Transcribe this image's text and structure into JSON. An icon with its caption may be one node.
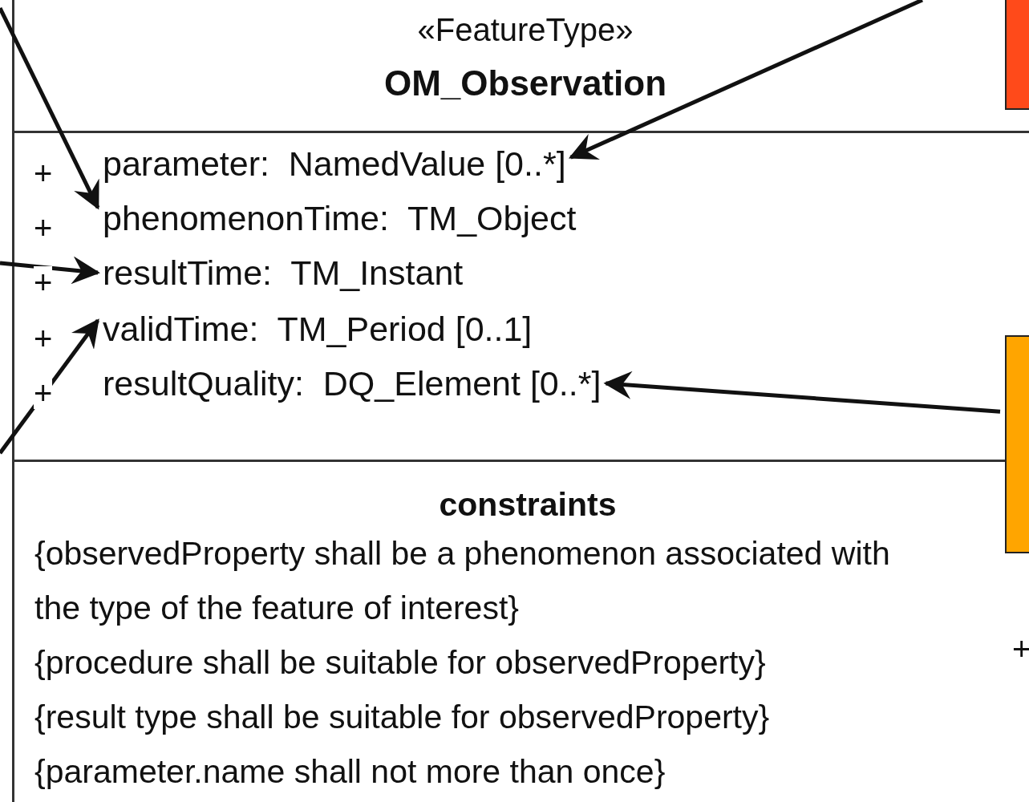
{
  "diagram": {
    "nodes": [
      {
        "text": [
          "«FeatureType»",
          "OM_Observation"
        ]
      },
      {
        "text": [
          "parameter:  NamedValue [0..*]"
        ],
        "in": 0
      },
      {
        "text": [
          "phenomenonTime:  TM_Object"
        ],
        "in": 0
      },
      {
        "text": [
          "resultTime:  TM_Instant"
        ],
        "in": 0
      },
      {
        "text": [
          "validTime:  TM_Period [0..1]"
        ],
        "in": 0
      },
      {
        "text": [
          "resultQuality:  DQ_Element [0..*]"
        ],
        "in": 0
      },
      {
        "text": [
          "constraints",
          "{observedProperty shall be a phenomenon associated with the type of the feature of interest}",
          "{procedure shall be suitable for observedProperty}",
          "{result type shall be suitable for observedProperty}",
          "{parameter.name shall not more than once}"
        ],
        "in": 0
      },
      {
        "text": [],
        "shape": "box"
      },
      {
        "text": [],
        "shape": "box"
      }
    ],
    "edges": [
      {
        "from": null,
        "to": 2,
        "arrow": "to"
      },
      {
        "from": null,
        "to": 3,
        "arrow": "to"
      },
      {
        "from": null,
        "to": 4,
        "arrow": "to"
      },
      {
        "from": null,
        "to": 1,
        "arrow": "to"
      },
      {
        "from": 8,
        "to": 5,
        "arrow": "to"
      }
    ],
    "labels": [
      "+",
      "+",
      "+",
      "+",
      "+",
      "+"
    ]
  }
}
